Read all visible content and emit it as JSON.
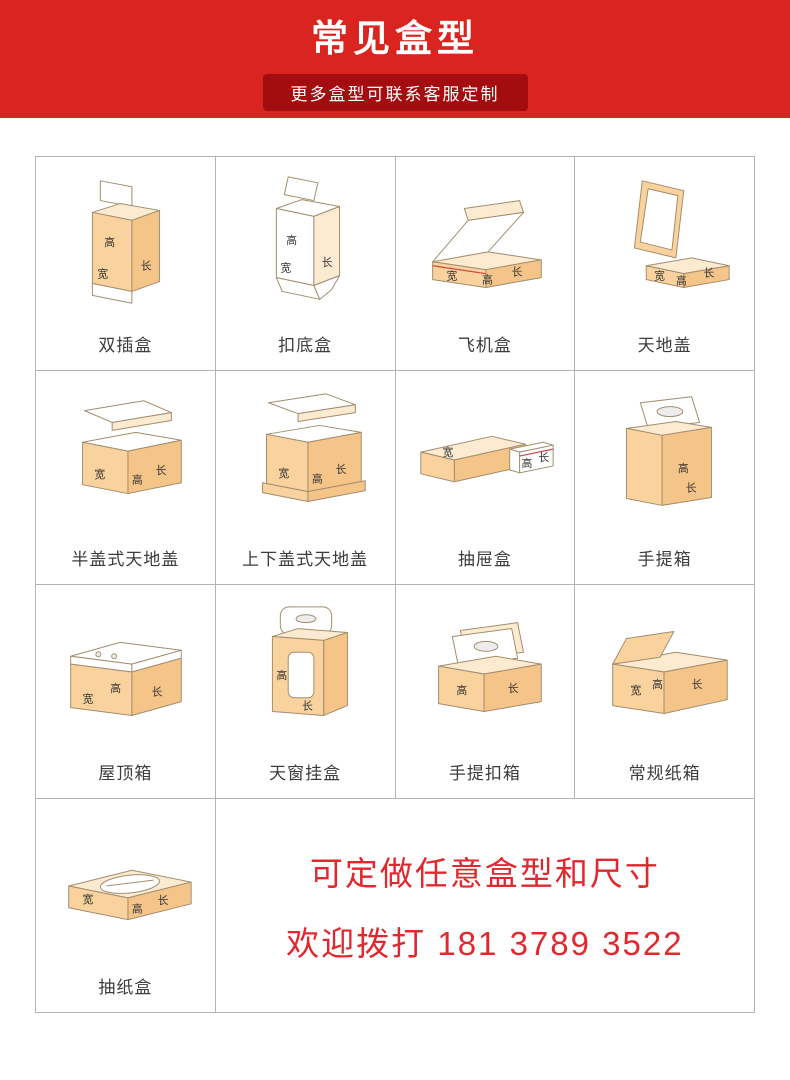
{
  "header": {
    "title": "常见盒型",
    "subtitle": "更多盒型可联系客服定制",
    "bg_color": "#da2420",
    "subtitle_bg": "#a30d10"
  },
  "dims": {
    "w": "宽",
    "h": "高",
    "l": "长"
  },
  "grid": {
    "cells": [
      {
        "label": "双插盒"
      },
      {
        "label": "扣底盒"
      },
      {
        "label": "飞机盒"
      },
      {
        "label": "天地盖"
      },
      {
        "label": "半盖式天地盖"
      },
      {
        "label": "上下盖式天地盖"
      },
      {
        "label": "抽屉盒"
      },
      {
        "label": "手提箱"
      },
      {
        "label": "屋顶箱"
      },
      {
        "label": "天窗挂盒"
      },
      {
        "label": "手提扣箱"
      },
      {
        "label": "常规纸箱"
      },
      {
        "label": "抽纸盒"
      }
    ]
  },
  "promo": {
    "line1": "可定做任意盒型和尺寸",
    "line2": "欢迎拨打 181 3789 3522",
    "text_color": "#e0282e"
  }
}
